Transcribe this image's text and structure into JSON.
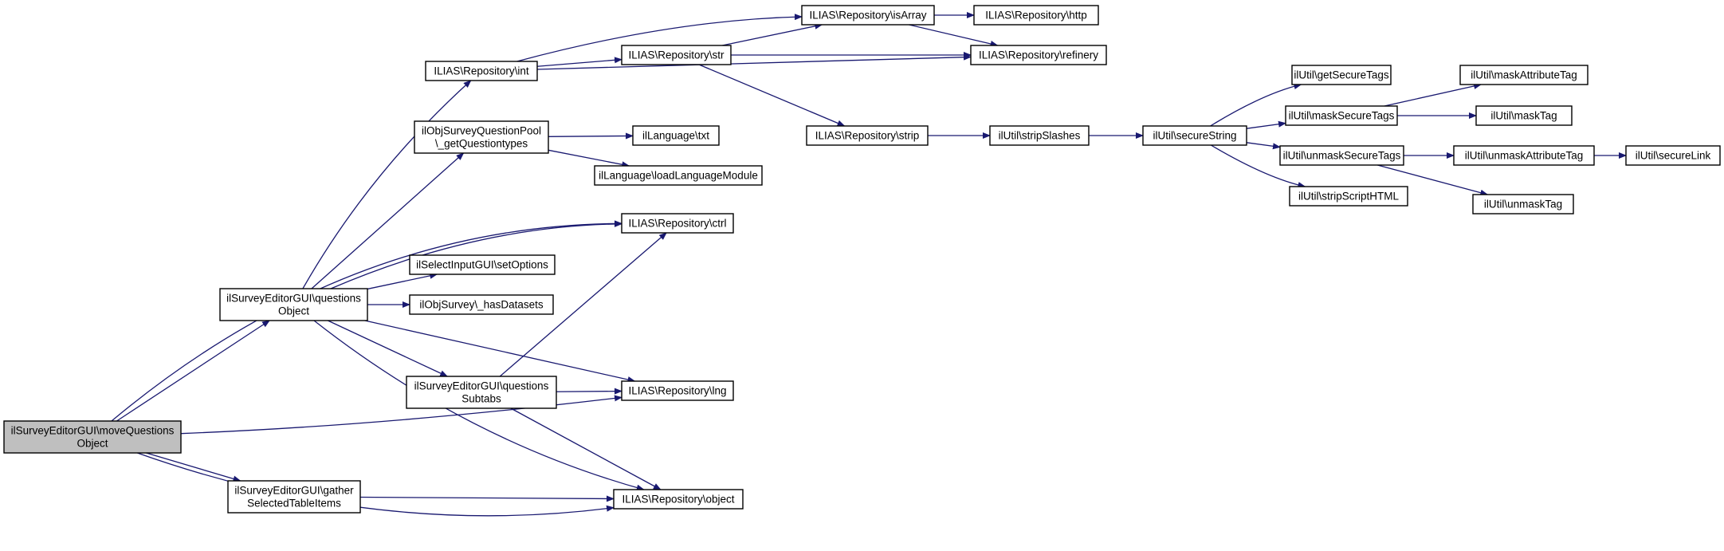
{
  "diagram": {
    "type": "call-graph",
    "colors": {
      "edge": "#191970",
      "root_fill": "#bfbfbf",
      "node_fill": "#ffffff",
      "node_border": "#000000"
    },
    "nodes": [
      {
        "id": "move",
        "lines": [
          "ilSurveyEditorGUI\\moveQuestions",
          "Object"
        ],
        "root": true
      },
      {
        "id": "qobj",
        "lines": [
          "ilSurveyEditorGUI\\questions",
          "Object"
        ]
      },
      {
        "id": "gather",
        "lines": [
          "ilSurveyEditorGUI\\gather",
          "SelectedTableItems"
        ]
      },
      {
        "id": "int",
        "lines": [
          "ILIAS\\Repository\\int"
        ]
      },
      {
        "id": "pool",
        "lines": [
          "ilObjSurveyQuestionPool",
          "\\_getQuestiontypes"
        ]
      },
      {
        "id": "setopt",
        "lines": [
          "ilSelectInputGUI\\setOptions"
        ]
      },
      {
        "id": "hasds",
        "lines": [
          "ilObjSurvey\\_hasDatasets"
        ]
      },
      {
        "id": "subtabs",
        "lines": [
          "ilSurveyEditorGUI\\questions",
          "Subtabs"
        ]
      },
      {
        "id": "str",
        "lines": [
          "ILIAS\\Repository\\str"
        ]
      },
      {
        "id": "txt",
        "lines": [
          "ilLanguage\\txt"
        ]
      },
      {
        "id": "loadlang",
        "lines": [
          "ilLanguage\\loadLanguageModule"
        ]
      },
      {
        "id": "ctrl",
        "lines": [
          "ILIAS\\Repository\\ctrl"
        ]
      },
      {
        "id": "lng",
        "lines": [
          "ILIAS\\Repository\\lng"
        ]
      },
      {
        "id": "object",
        "lines": [
          "ILIAS\\Repository\\object"
        ]
      },
      {
        "id": "isarray",
        "lines": [
          "ILIAS\\Repository\\isArray"
        ]
      },
      {
        "id": "strip",
        "lines": [
          "ILIAS\\Repository\\strip"
        ]
      },
      {
        "id": "http",
        "lines": [
          "ILIAS\\Repository\\http"
        ]
      },
      {
        "id": "refinery",
        "lines": [
          "ILIAS\\Repository\\refinery"
        ]
      },
      {
        "id": "stripslashes",
        "lines": [
          "ilUtil\\stripSlashes"
        ]
      },
      {
        "id": "securestring",
        "lines": [
          "ilUtil\\secureString"
        ]
      },
      {
        "id": "getsecure",
        "lines": [
          "ilUtil\\getSecureTags"
        ]
      },
      {
        "id": "masksecure",
        "lines": [
          "ilUtil\\maskSecureTags"
        ]
      },
      {
        "id": "unmasksecure",
        "lines": [
          "ilUtil\\unmaskSecureTags"
        ]
      },
      {
        "id": "stripscript",
        "lines": [
          "ilUtil\\stripScriptHTML"
        ]
      },
      {
        "id": "maskattr",
        "lines": [
          "ilUtil\\maskAttributeTag"
        ]
      },
      {
        "id": "masktag",
        "lines": [
          "ilUtil\\maskTag"
        ]
      },
      {
        "id": "unmaskattr",
        "lines": [
          "ilUtil\\unmaskAttributeTag"
        ]
      },
      {
        "id": "unmasktag",
        "lines": [
          "ilUtil\\unmaskTag"
        ]
      },
      {
        "id": "securelink",
        "lines": [
          "ilUtil\\secureLink"
        ]
      }
    ],
    "edges": [
      [
        "move",
        "qobj"
      ],
      [
        "move",
        "gather"
      ],
      [
        "move",
        "ctrl"
      ],
      [
        "move",
        "lng"
      ],
      [
        "move",
        "object"
      ],
      [
        "qobj",
        "int"
      ],
      [
        "qobj",
        "pool"
      ],
      [
        "qobj",
        "ctrl"
      ],
      [
        "qobj",
        "setopt"
      ],
      [
        "qobj",
        "hasds"
      ],
      [
        "qobj",
        "subtabs"
      ],
      [
        "qobj",
        "lng"
      ],
      [
        "qobj",
        "object"
      ],
      [
        "gather",
        "object"
      ],
      [
        "subtabs",
        "ctrl"
      ],
      [
        "subtabs",
        "lng"
      ],
      [
        "subtabs",
        "object"
      ],
      [
        "int",
        "isarray"
      ],
      [
        "int",
        "str"
      ],
      [
        "int",
        "refinery"
      ],
      [
        "pool",
        "txt"
      ],
      [
        "pool",
        "loadlang"
      ],
      [
        "str",
        "isarray"
      ],
      [
        "str",
        "refinery"
      ],
      [
        "str",
        "strip"
      ],
      [
        "isarray",
        "http"
      ],
      [
        "isarray",
        "refinery"
      ],
      [
        "strip",
        "stripslashes"
      ],
      [
        "stripslashes",
        "securestring"
      ],
      [
        "securestring",
        "getsecure"
      ],
      [
        "securestring",
        "masksecure"
      ],
      [
        "securestring",
        "unmasksecure"
      ],
      [
        "securestring",
        "stripscript"
      ],
      [
        "masksecure",
        "maskattr"
      ],
      [
        "masksecure",
        "masktag"
      ],
      [
        "unmasksecure",
        "unmaskattr"
      ],
      [
        "unmasksecure",
        "unmasktag"
      ],
      [
        "unmaskattr",
        "securelink"
      ]
    ]
  }
}
